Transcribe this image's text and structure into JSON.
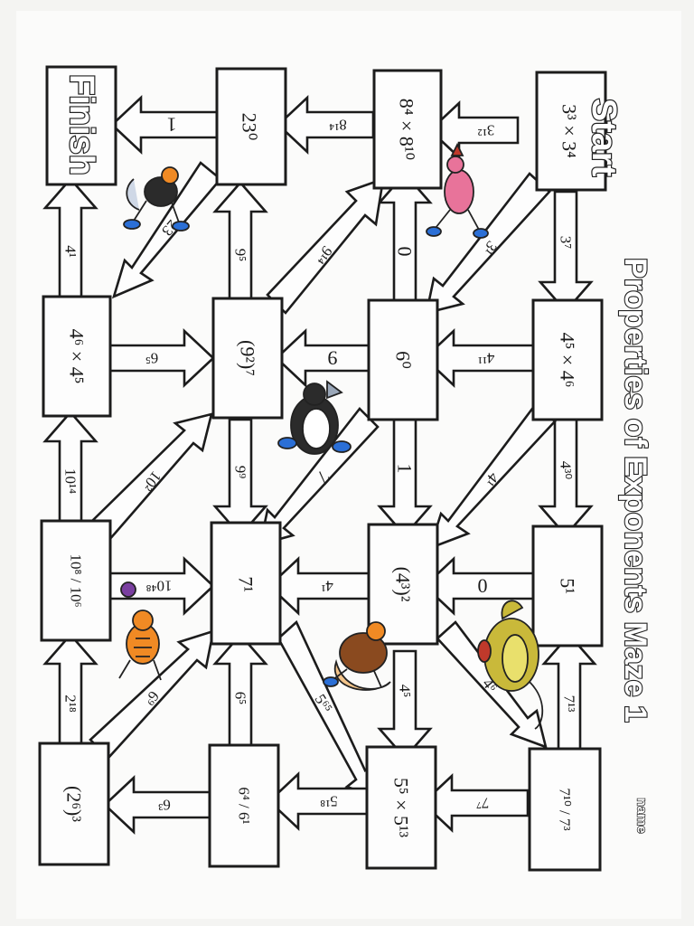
{
  "worksheet": {
    "title": "Properties of Exponents Maze 1",
    "name_field": "name",
    "start_label": "Start",
    "finish_label": "Finish"
  },
  "boxes": [
    {
      "id": "start-box",
      "text": "3³ × 3⁴"
    },
    {
      "id": "box-8",
      "text": "8⁴ × 8¹⁰"
    },
    {
      "id": "box-23",
      "text": "23⁰"
    },
    {
      "id": "finish-box",
      "text": ""
    },
    {
      "id": "box-4-5x4-6",
      "text": "4⁵ × 4⁶"
    },
    {
      "id": "box-6-0",
      "text": "6⁰"
    },
    {
      "id": "box-9-2-7",
      "text": "(9²)⁷"
    },
    {
      "id": "box-4-6x4-5",
      "text": "4⁶ × 4⁵"
    },
    {
      "id": "box-5-1",
      "text": "5¹"
    },
    {
      "id": "box-4-3-2",
      "text": "(4³)²"
    },
    {
      "id": "box-7-1",
      "text": "7¹"
    },
    {
      "id": "box-10-frac",
      "text": "10⁸ / 10⁶"
    },
    {
      "id": "box-7-frac",
      "text": "7¹⁰ / 7³"
    },
    {
      "id": "box-5x5",
      "text": "5⁵ × 5¹³"
    },
    {
      "id": "box-6-frac",
      "text": "6⁴ / 6¹"
    },
    {
      "id": "box-2-6-3",
      "text": "(2⁶)³"
    }
  ],
  "arrows": [
    {
      "id": "arrow-3-12",
      "label": "3¹²"
    },
    {
      "id": "arrow-8-14",
      "label": "8¹⁴"
    },
    {
      "id": "arrow-1",
      "label": "1"
    },
    {
      "id": "arrow-3-7",
      "label": "3⁷"
    },
    {
      "id": "arrow-3-1",
      "label": "3¹"
    },
    {
      "id": "arrow-0-top",
      "label": "0"
    },
    {
      "id": "arrow-9-14",
      "label": "9¹⁴"
    },
    {
      "id": "arrow-9-5",
      "label": "9⁵"
    },
    {
      "id": "arrow-23",
      "label": "23"
    },
    {
      "id": "arrow-4-1-left",
      "label": "4¹"
    },
    {
      "id": "arrow-4-11",
      "label": "4¹¹"
    },
    {
      "id": "arrow-9",
      "label": "9"
    },
    {
      "id": "arrow-6-5",
      "label": "6⁵"
    },
    {
      "id": "arrow-4-30",
      "label": "4³⁰"
    },
    {
      "id": "arrow-4-1-diag",
      "label": "4¹"
    },
    {
      "id": "arrow-1-mid",
      "label": "1"
    },
    {
      "id": "arrow-7",
      "label": "7"
    },
    {
      "id": "arrow-9-9",
      "label": "9⁹"
    },
    {
      "id": "arrow-10-2",
      "label": "10²"
    },
    {
      "id": "arrow-10-14",
      "label": "10¹⁴"
    },
    {
      "id": "arrow-0-mid",
      "label": "0"
    },
    {
      "id": "arrow-4-1-mid",
      "label": "4¹"
    },
    {
      "id": "arrow-10-48",
      "label": "10⁴⁸"
    },
    {
      "id": "arrow-7-13",
      "label": "7¹³"
    },
    {
      "id": "arrow-4-6",
      "label": "4⁶"
    },
    {
      "id": "arrow-4-5",
      "label": "4⁵"
    },
    {
      "id": "arrow-5-65",
      "label": "5⁶⁵"
    },
    {
      "id": "arrow-6-5-low",
      "label": "6⁵"
    },
    {
      "id": "arrow-6-9",
      "label": "6⁹"
    },
    {
      "id": "arrow-2-18",
      "label": "2¹⁸"
    },
    {
      "id": "arrow-7-7",
      "label": "7⁷"
    },
    {
      "id": "arrow-5-18",
      "label": "5¹⁸"
    },
    {
      "id": "arrow-6-3",
      "label": "6³"
    }
  ],
  "colors": {
    "ink": "#1c1c1c",
    "paper": "#fdfdfd",
    "dino": "#c9b93a",
    "dino_belly": "#e9e06c",
    "bird_pink": "#e8739a",
    "fox_orange": "#f08a24",
    "penguin": "#2b2b2b",
    "turkey": "#8a4a1f",
    "shoes": "#2b6fd6"
  },
  "icons": [
    "running-bird-icon",
    "skating-bird-icon",
    "penguin-icon",
    "turkey-icon",
    "dinosaur-icon",
    "tiger-icon"
  ]
}
